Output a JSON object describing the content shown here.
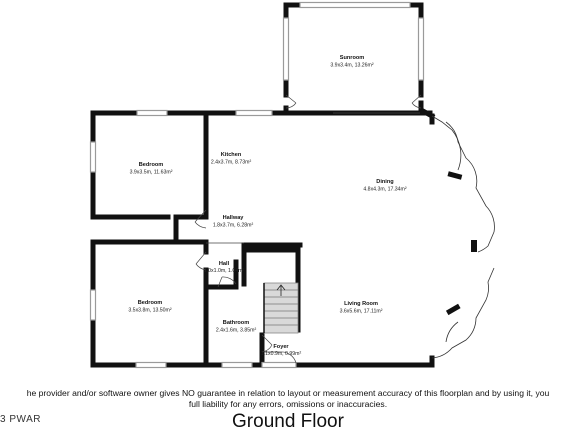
{
  "rooms": {
    "sunroom": {
      "name": "Sunroom",
      "dims": "3.9x3.4m, 13.26m²"
    },
    "kitchen": {
      "name": "Kitchen",
      "dims": "2.4x3.7m, 8.73m²"
    },
    "dining": {
      "name": "Dining",
      "dims": "4.8x4.3m, 17.34m²"
    },
    "bedroom1": {
      "name": "Bedroom",
      "dims": "3.9x3.5m, 11.63m²"
    },
    "hallway": {
      "name": "Hallway",
      "dims": "1.8x3.7m, 6.28m²"
    },
    "hall": {
      "name": "Hall",
      "dims": "1.0x1.0m, 1.04m²"
    },
    "bedroom2": {
      "name": "Bedroom",
      "dims": "3.5x3.8m, 13.50m²"
    },
    "living": {
      "name": "Living Room",
      "dims": "3.6x5.6m, 17.11m²"
    },
    "bathroom": {
      "name": "Bathroom",
      "dims": "2.4x1.6m, 3.85m²"
    },
    "foyer": {
      "name": "Foyer",
      "dims": "1.1x0.9m, 0.99m²"
    }
  },
  "disclaimer": {
    "line1": "he provider and/or software owner gives NO guarantee in relation to layout or measurement accuracy of this floorplan and by using it, you",
    "line2": "full liability for any errors, omissions or inaccuracies."
  },
  "watermark": "3 PWAR",
  "floor_title": "Ground Floor",
  "colors": {
    "wall": "#111111",
    "window": "#9a9a9a",
    "door": "#444444",
    "background": "#ffffff"
  }
}
